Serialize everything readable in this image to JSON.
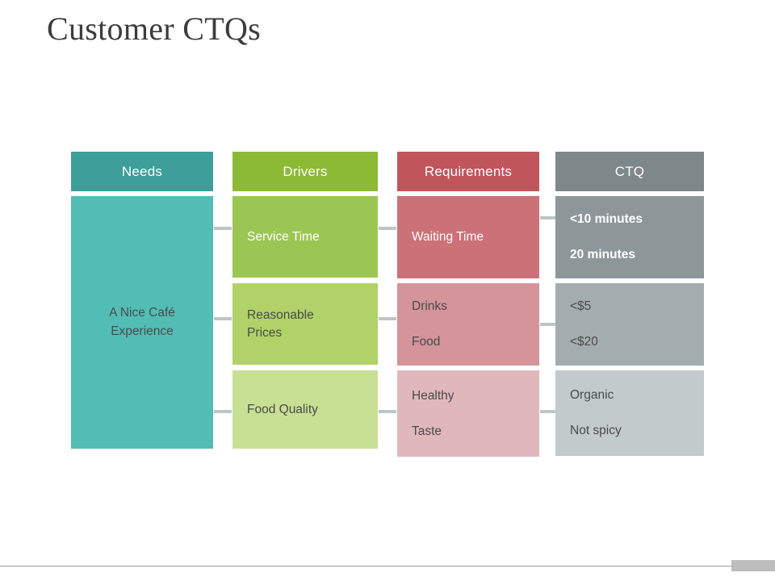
{
  "title": "Customer CTQs",
  "colors": {
    "needs_header": "#3d9e9a",
    "needs_body": "#52bdb4",
    "drivers_header": "#8cba35",
    "drivers_rows": [
      "#9cc654",
      "#b0d269",
      "#c8e094"
    ],
    "requirements_header": "#c1555c",
    "requirements_rows": [
      "#cc7177",
      "#d49499",
      "#e0b8bc"
    ],
    "ctq_header": "#7e8789",
    "ctq_rows": [
      "#8d9799",
      "#a3adaf",
      "#c3cacb"
    ],
    "connector": "#bfc4c4",
    "title_text": "#3c3c3c"
  },
  "columns": {
    "needs": {
      "header": "Needs",
      "value": "A Nice Café\nExperience",
      "value_line1": "A Nice Café",
      "value_line2": "Experience"
    },
    "drivers": {
      "header": "Drivers",
      "rows": [
        {
          "line1": "Service Time",
          "line2": ""
        },
        {
          "line1": "Reasonable",
          "line2": "Prices"
        },
        {
          "line1": "Food Quality",
          "line2": ""
        }
      ]
    },
    "requirements": {
      "header": "Requirements",
      "rows": [
        {
          "line1": "Waiting Time",
          "line2": ""
        },
        {
          "line1": "Drinks",
          "line2": "Food"
        },
        {
          "line1": "Healthy",
          "line2": "Taste"
        }
      ]
    },
    "ctq": {
      "header": "CTQ",
      "rows": [
        {
          "line1": "<10 minutes",
          "line2": "20 minutes"
        },
        {
          "line1": "<$5",
          "line2": "<$20"
        },
        {
          "line1": "Organic",
          "line2": "Not spicy"
        }
      ]
    }
  }
}
